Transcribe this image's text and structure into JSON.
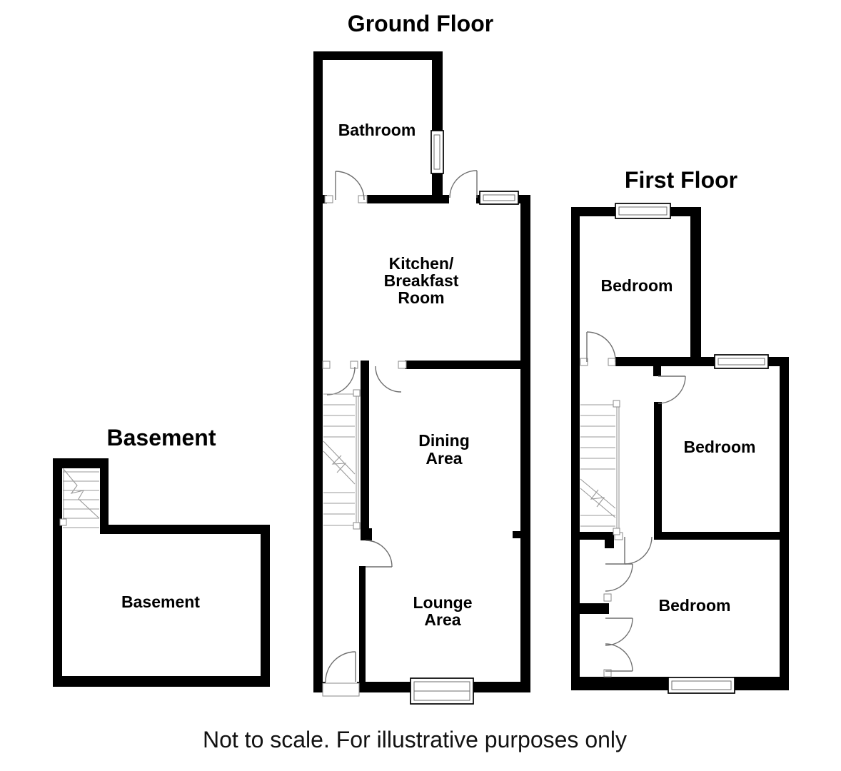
{
  "colors": {
    "wall": "#000000",
    "door_line": "#6f6f6f",
    "stair_line": "#9a9a9a",
    "background": "#ffffff"
  },
  "floors": {
    "ground": {
      "title": "Ground Floor",
      "rooms": {
        "bathroom": {
          "label": "Bathroom"
        },
        "kitchen": {
          "label_line1": "Kitchen/",
          "label_line2": "Breakfast",
          "label_line3": "Room"
        },
        "dining": {
          "label_line1": "Dining",
          "label_line2": "Area"
        },
        "lounge": {
          "label_line1": "Lounge",
          "label_line2": "Area"
        }
      }
    },
    "first": {
      "title": "First Floor",
      "rooms": {
        "bedroom_front": {
          "label": "Bedroom"
        },
        "bedroom_middle": {
          "label": "Bedroom"
        },
        "bedroom_rear": {
          "label": "Bedroom"
        }
      }
    },
    "basement": {
      "title": "Basement",
      "rooms": {
        "basement": {
          "label": "Basement"
        }
      }
    }
  },
  "footer": {
    "note": "Not to scale. For illustrative purposes only"
  }
}
